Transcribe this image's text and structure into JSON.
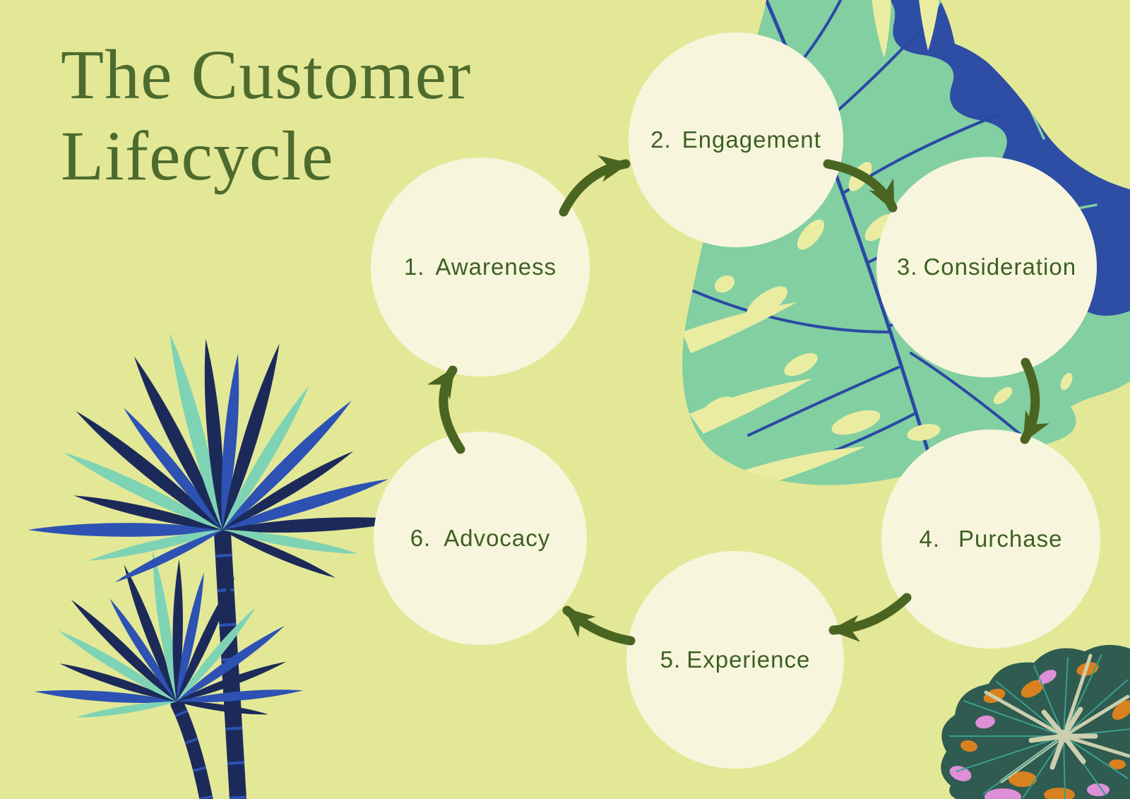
{
  "title": "The Customer Lifecycle",
  "stages": [
    {
      "number": "1.",
      "label": "Awareness"
    },
    {
      "number": "2.",
      "label": "Engagement"
    },
    {
      "number": "3.",
      "label": "Consideration"
    },
    {
      "number": "4.",
      "label": "Purchase"
    },
    {
      "number": "5.",
      "label": "Experience"
    },
    {
      "number": "6.",
      "label": "Advocacy"
    }
  ],
  "colors": {
    "background": "#e3e897",
    "circle": "#f8f5dd",
    "title_text": "#4d6b2d",
    "label_text": "#3d6023",
    "arrow": "#4a6522",
    "leaf_mint": "#82cfa2",
    "leaf_blue": "#2e4da5",
    "leaf_hole": "#eaeda1",
    "leaf_vein": "#2a49a3",
    "palm_navy": "#1c2a5a",
    "palm_blue": "#2d52b3",
    "palm_mint": "#7ed3b4",
    "corner_teal": "#2f5b50",
    "corner_orange": "#d8811e",
    "corner_pink": "#de8fd8",
    "corner_beige": "#cccfae",
    "corner_vein": "#3a9f8d"
  }
}
